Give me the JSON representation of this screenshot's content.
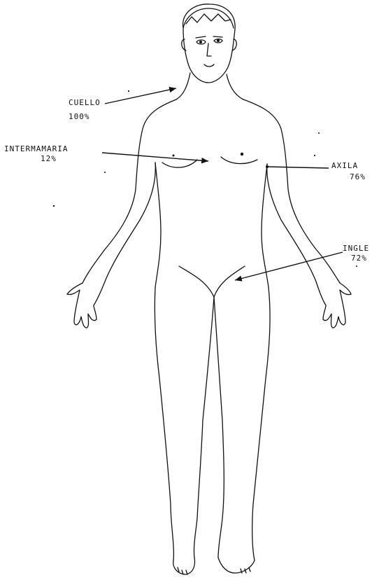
{
  "figure": {
    "annotations": [
      {
        "id": "cuello",
        "name": "CUELLO",
        "value": "100%"
      },
      {
        "id": "intermamaria",
        "name": "INTERMAMARIA",
        "value": "12%"
      },
      {
        "id": "axila",
        "name": "AXILA",
        "value": "76%"
      },
      {
        "id": "ingle",
        "name": "INGLE",
        "value": "72%"
      }
    ]
  }
}
